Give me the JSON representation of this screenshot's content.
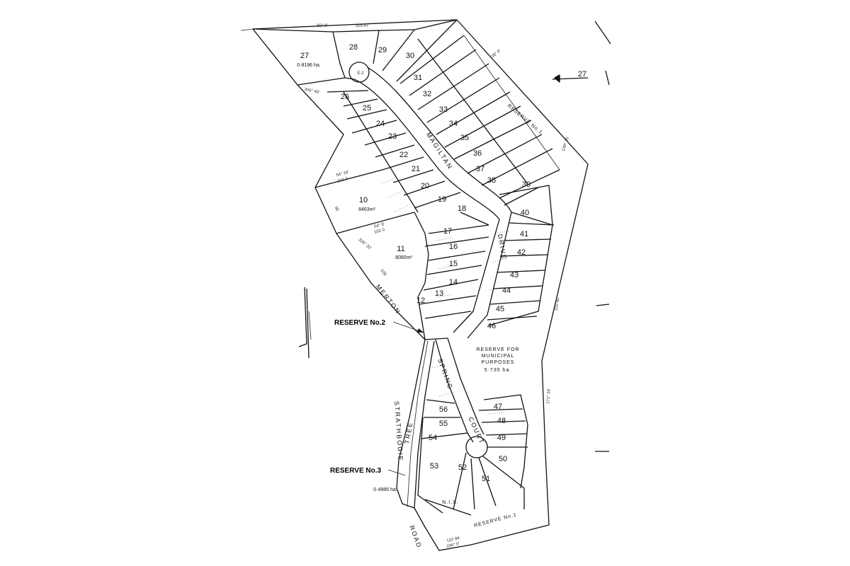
{
  "lots": [
    {
      "id": "10",
      "area": "8463m²"
    },
    {
      "id": "11",
      "area": "8080m²"
    },
    {
      "id": "12"
    },
    {
      "id": "13"
    },
    {
      "id": "14"
    },
    {
      "id": "15"
    },
    {
      "id": "16"
    },
    {
      "id": "17"
    },
    {
      "id": "18"
    },
    {
      "id": "19"
    },
    {
      "id": "20"
    },
    {
      "id": "21"
    },
    {
      "id": "22"
    },
    {
      "id": "23"
    },
    {
      "id": "24"
    },
    {
      "id": "25"
    },
    {
      "id": "26"
    },
    {
      "id": "27",
      "area": "0·8196 ha."
    },
    {
      "id": "28"
    },
    {
      "id": "29"
    },
    {
      "id": "30"
    },
    {
      "id": "31"
    },
    {
      "id": "32"
    },
    {
      "id": "33"
    },
    {
      "id": "34"
    },
    {
      "id": "35"
    },
    {
      "id": "36"
    },
    {
      "id": "37"
    },
    {
      "id": "38"
    },
    {
      "id": "39"
    },
    {
      "id": "40"
    },
    {
      "id": "41"
    },
    {
      "id": "42"
    },
    {
      "id": "43"
    },
    {
      "id": "44"
    },
    {
      "id": "45"
    },
    {
      "id": "46"
    },
    {
      "id": "47"
    },
    {
      "id": "48"
    },
    {
      "id": "49"
    },
    {
      "id": "50"
    },
    {
      "id": "51"
    },
    {
      "id": "52"
    },
    {
      "id": "53"
    },
    {
      "id": "54"
    },
    {
      "id": "55"
    },
    {
      "id": "56"
    }
  ],
  "roads": {
    "magilton_drive_a": "MAGILTAN",
    "magilton_drive_b": "DRIVE",
    "merton": "MERTON",
    "spring_court_a": "SPRING",
    "spring_court_b": "COURT",
    "strathbogie": "STRATHBOGIE",
    "road": "ROAD",
    "tree": "TREE"
  },
  "reserves": {
    "reserve_no1_north": "RESERVE No.1",
    "reserve_no1_south": "RESERVE No.1",
    "reserve_no2": "RESERVE No.2",
    "reserve_no3": "RESERVE No.3",
    "reserve_no3_area": "0·4986 ha.",
    "municipal_line1": "RESERVE FOR",
    "municipal_line2": "MUNICIPAL",
    "municipal_line3": "PURPOSES",
    "municipal_area": "5·735 ha.",
    "nis": "N.I.S."
  },
  "bearings": {
    "top_boundary": "90° 8'",
    "top_boundary_length": "305·47",
    "east_a": "138° 6'",
    "east_b": "139° 16'",
    "east_c": "171° 34'",
    "east_d": "102·80",
    "lot10_top": "54° 34'",
    "lot10_top_len": "102·0",
    "lot10_bottom": "54° 8'",
    "lot10_bottom_len": "102·0",
    "west_a": "306° 46'",
    "west_b": "326° 30'",
    "south_a": "132·94",
    "south_b": "206° 0'",
    "merton_len": "108",
    "lot10_west": "90",
    "adjoining": "27"
  }
}
